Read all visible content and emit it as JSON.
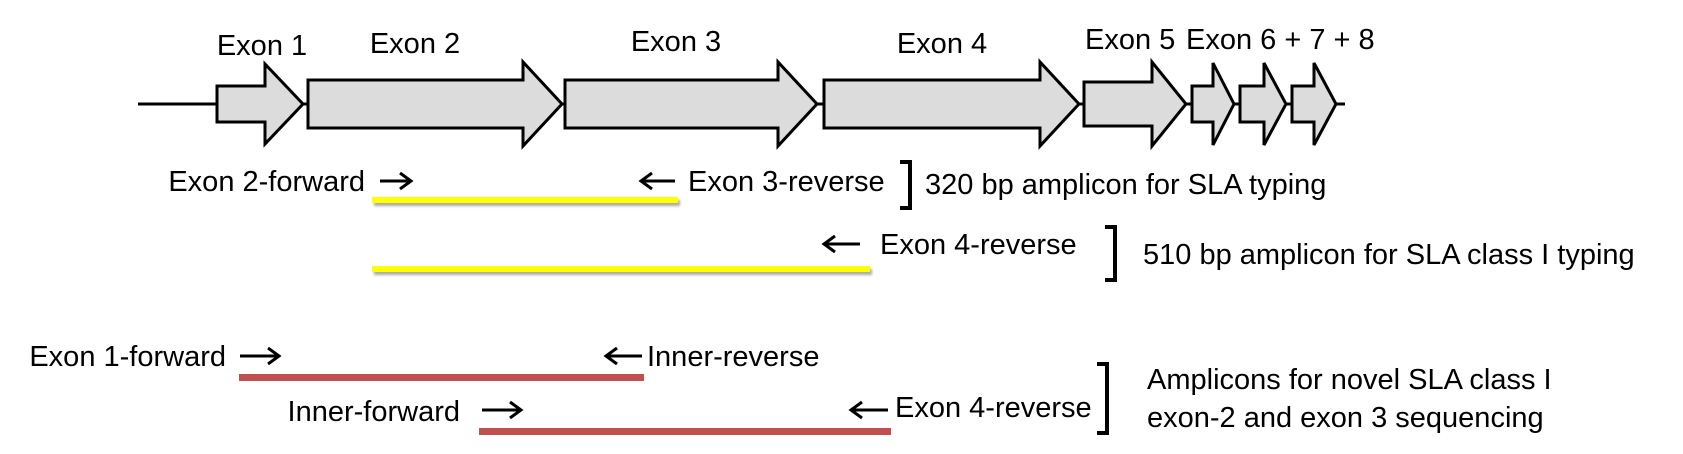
{
  "gene": {
    "exon_labels": [
      "Exon 1",
      "Exon 2",
      "Exon 3",
      "Exon 4",
      "Exon 5",
      "Exon 6 + 7 + 8"
    ]
  },
  "primers": {
    "exon2_forward": "Exon 2-forward",
    "exon3_reverse": "Exon 3-reverse",
    "exon4_reverse_a": "Exon 4-reverse",
    "exon1_forward": "Exon 1-forward",
    "inner_reverse": "Inner-reverse",
    "inner_forward": "Inner-forward",
    "exon4_reverse_b": "Exon 4-reverse"
  },
  "amplicons": {
    "a320": "320 bp amplicon for SLA typing",
    "a510": "510 bp amplicon for SLA class I  typing",
    "novel_line1": "Amplicons for novel SLA class I",
    "novel_line2": "exon-2 and exon 3 sequencing"
  },
  "colors": {
    "exon_fill": "#dcdcdc",
    "typing_amplicon": "#ffff00",
    "sequencing_amplicon": "#c0504d"
  }
}
